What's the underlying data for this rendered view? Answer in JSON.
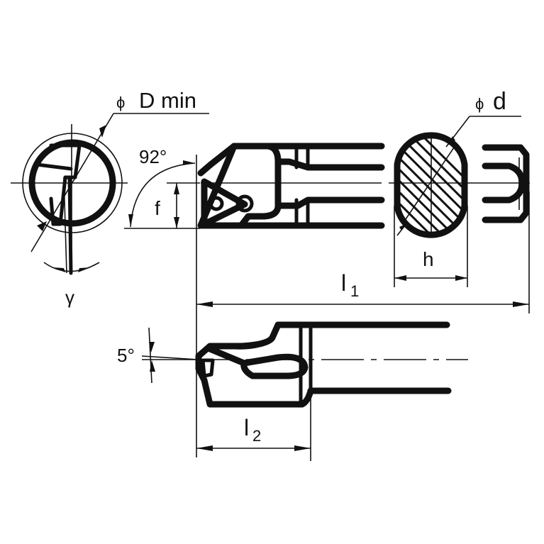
{
  "drawing": {
    "title": "Boring bar tool holder – dimension drawing",
    "background": "#ffffff",
    "line_color": "#111111"
  },
  "labels": {
    "d_min": {
      "symbol": "ϕ",
      "text": "D min"
    },
    "d": {
      "symbol": "ϕ",
      "text": "d"
    },
    "angle_92": "92°",
    "f": "f",
    "h": "h",
    "gamma": "γ",
    "l1": {
      "main": "l",
      "sub": "1"
    },
    "l2": {
      "main": "l",
      "sub": "2"
    },
    "angle_5": "5°"
  },
  "views": [
    {
      "name": "end-view-bore",
      "description": "Circular bore end view with insert"
    },
    {
      "name": "top-view",
      "description": "Tool holder top view with triangular insert"
    },
    {
      "name": "section-view",
      "description": "Hatched round shank cross-section"
    },
    {
      "name": "shank-end-view",
      "description": "Shank end side view"
    },
    {
      "name": "side-view",
      "description": "Tool holder side view showing 5° clearance"
    }
  ]
}
